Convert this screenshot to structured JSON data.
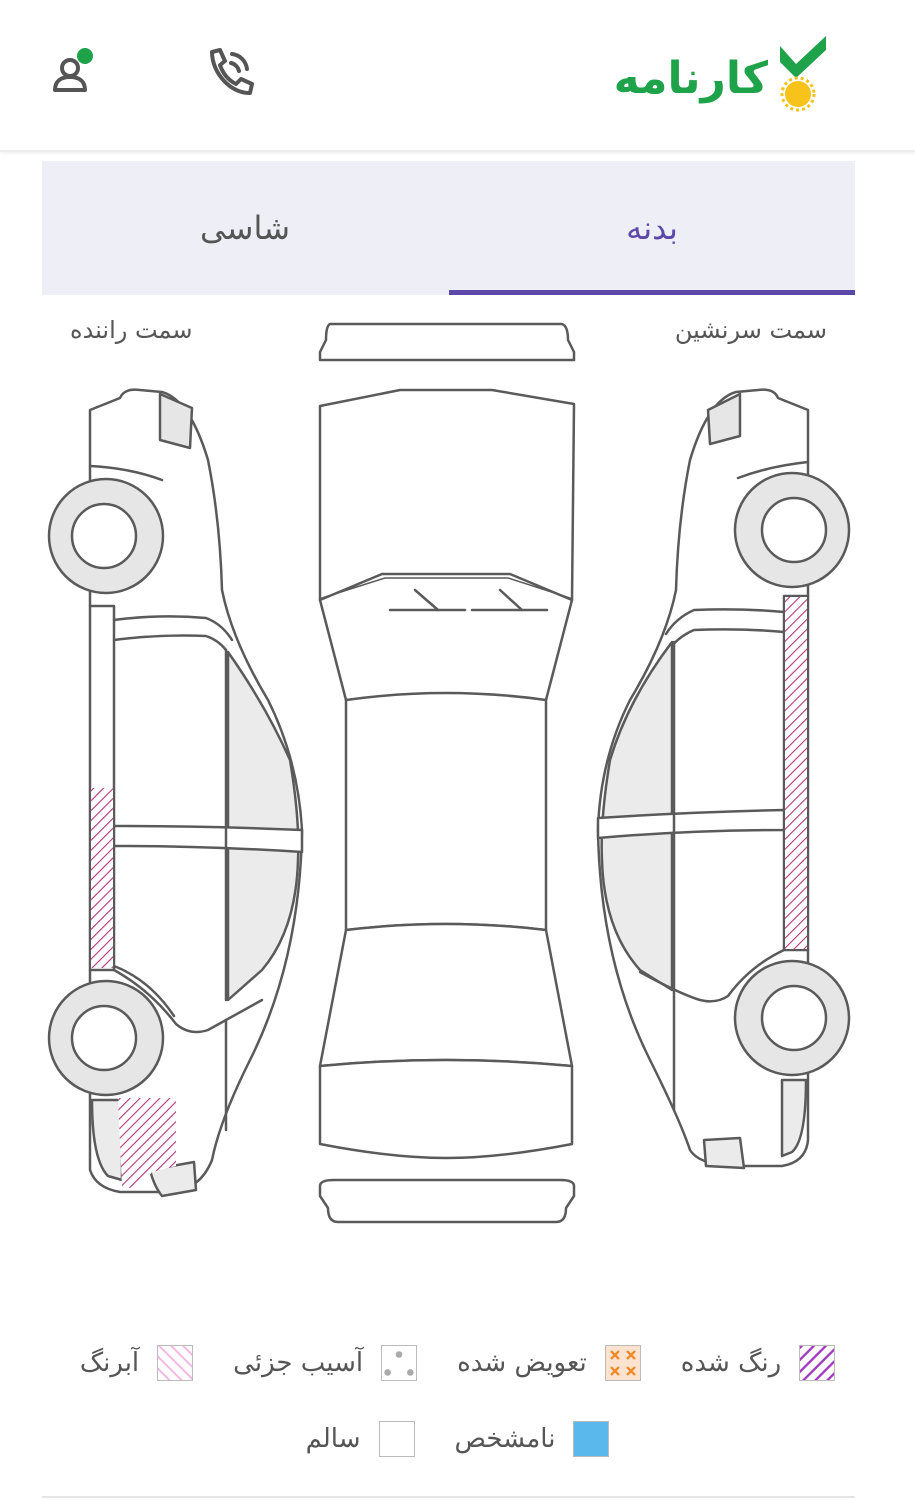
{
  "header": {
    "logo_text": "کارنامه",
    "brand_color": "#1ea24a",
    "icons": [
      "karnameh-logo-icon",
      "phone-icon",
      "user-icon"
    ]
  },
  "tabs": [
    {
      "label": "بدنه",
      "active": true
    },
    {
      "label": "شاسی",
      "active": false
    }
  ],
  "accent_color": "#5b48a8",
  "diagram": {
    "passenger_side_label": "سمت سرنشین",
    "driver_side_label": "سمت راننده"
  },
  "legend": {
    "painted": "رنگ شده",
    "replaced": "تعویض شده",
    "minor_damage": "آسیب جزئی",
    "partial_paint": "آبرنگ",
    "unknown": "نامشخص",
    "healthy": "سالم"
  }
}
